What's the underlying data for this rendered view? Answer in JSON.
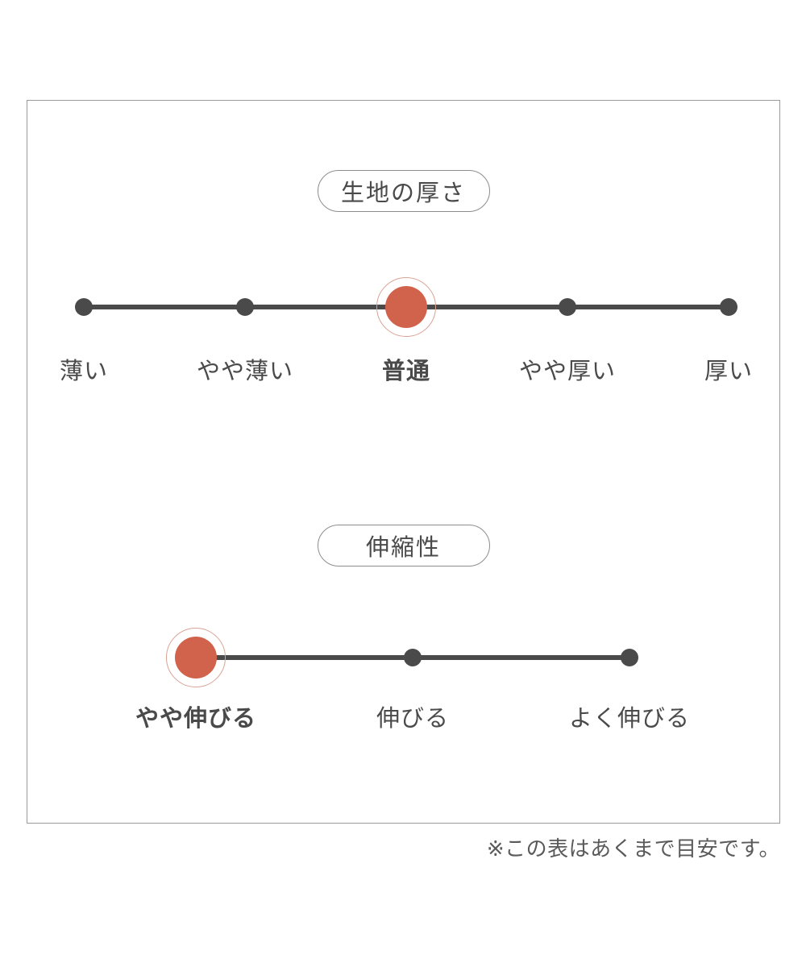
{
  "card": {
    "footnote": "※この表はあくまで目安です。"
  },
  "colors": {
    "accent": "#d1624c",
    "accent_ring": "#d9a295",
    "track": "#4a4a4a",
    "text": "#4a4a4a",
    "border": "#9a9a9a"
  },
  "sections": [
    {
      "id": "fabric-thickness",
      "title": "生地の厚さ",
      "selected_index": 2,
      "scale": [
        {
          "label": "薄い",
          "selected": false
        },
        {
          "label": "やや薄い",
          "selected": false
        },
        {
          "label": "普通",
          "selected": true
        },
        {
          "label": "やや厚い",
          "selected": false
        },
        {
          "label": "厚い",
          "selected": false
        }
      ]
    },
    {
      "id": "stretchiness",
      "title": "伸縮性",
      "selected_index": 0,
      "scale": [
        {
          "label": "やや伸びる",
          "selected": true
        },
        {
          "label": "伸びる",
          "selected": false
        },
        {
          "label": "よく伸びる",
          "selected": false
        }
      ]
    }
  ]
}
